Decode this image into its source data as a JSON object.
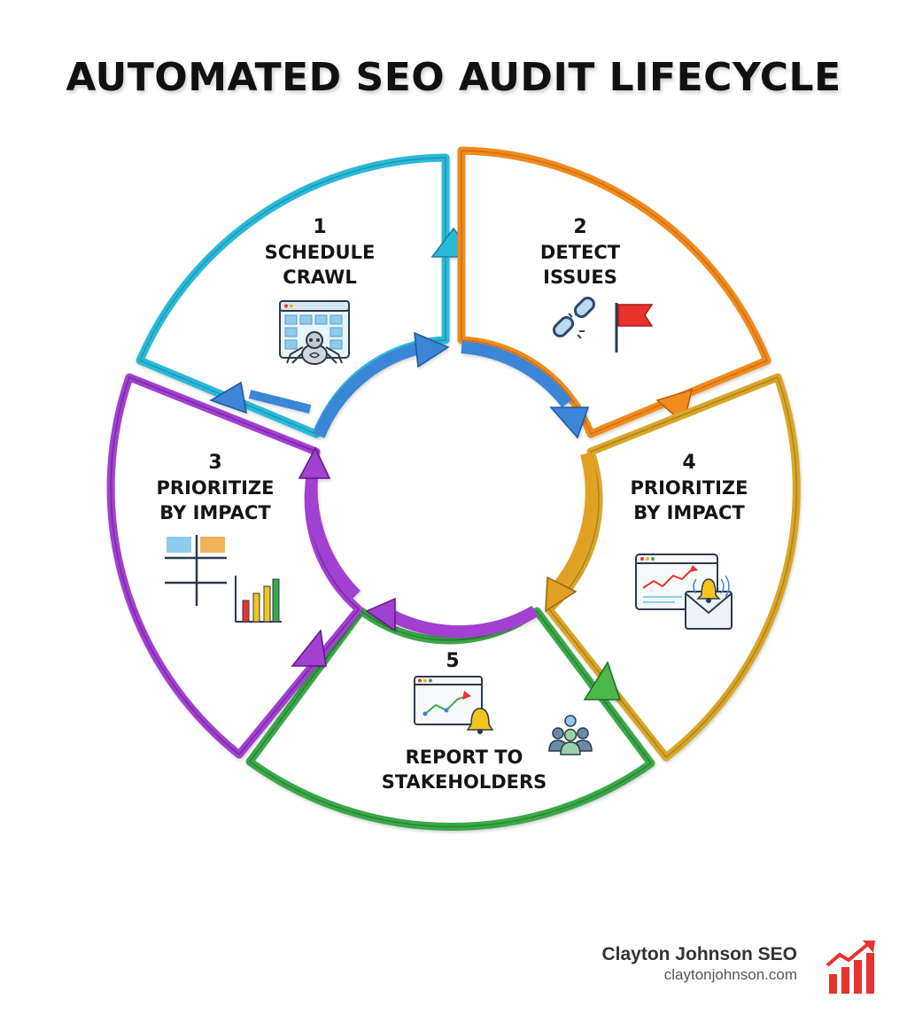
{
  "title": "AUTOMATED SEO AUDIT LIFECYCLE",
  "colors": {
    "step1": "#2bbad8",
    "step2": "#f28a1e",
    "step3": "#a23fd1",
    "step4": "#d9a62a",
    "step5": "#3aa84a",
    "inner_arrow": "#3b86d6",
    "logo": "#e8322e"
  },
  "steps": [
    {
      "number": "1",
      "line1": "SCHEDULE",
      "line2": "CRAWL",
      "icon": "calendar-spider-icon"
    },
    {
      "number": "2",
      "line1": "DETECT",
      "line2": "ISSUES",
      "icon": "broken-link-flag-icon"
    },
    {
      "number": "3",
      "line1": "PRIORITIZE",
      "line2": "BY IMPACT",
      "icon": "matrix-bar-chart-icon"
    },
    {
      "number": "4",
      "line1": "PRIORITIZE",
      "line2": "BY IMPACT",
      "icon": "dashboard-alert-email-icon"
    },
    {
      "number": "5",
      "line1": "REPORT TO",
      "line2": "STAKEHOLDERS",
      "icon": "report-team-icon"
    }
  ],
  "brand": {
    "name": "Clayton Johnson SEO",
    "url": "claytonjohnson.com",
    "logo_icon": "rising-bars-logo-icon"
  }
}
